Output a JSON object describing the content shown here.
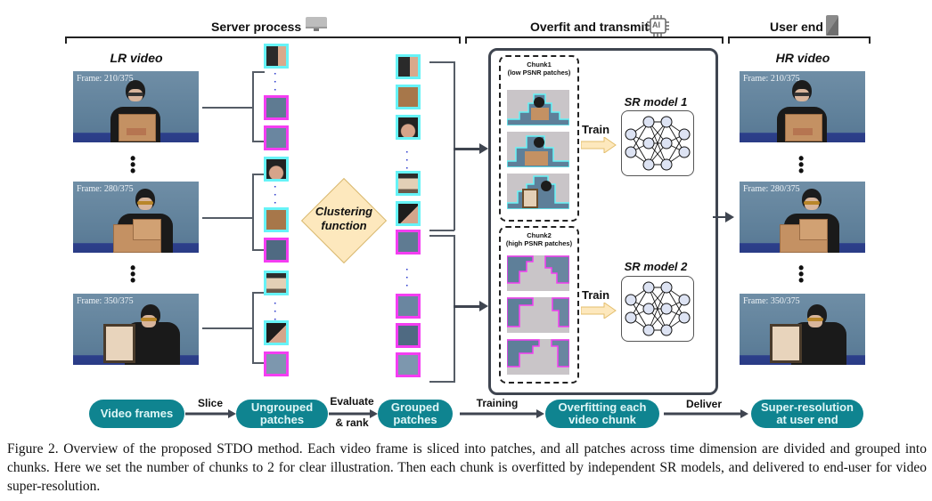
{
  "sections": {
    "server": {
      "title": "Server process",
      "icon": "monitor-icon"
    },
    "overfit": {
      "title": "Overfit and transmit",
      "icon": "ai-chip-icon",
      "chip_label": "AI"
    },
    "user": {
      "title": "User end",
      "icon": "phone-icon"
    }
  },
  "lr_video": {
    "title": "LR video",
    "frames": [
      {
        "label": "Frame: 210/375"
      },
      {
        "label": "Frame: 280/375"
      },
      {
        "label": "Frame: 350/375"
      }
    ]
  },
  "hr_video": {
    "title": "HR video",
    "frames": [
      {
        "label": "Frame: 210/375"
      },
      {
        "label": "Frame: 280/375"
      },
      {
        "label": "Frame: 350/375"
      }
    ]
  },
  "clustering": {
    "line1": "Clustering",
    "line2": "function"
  },
  "patch_colors": {
    "low_psnr": "#66f3f7",
    "high_psnr": "#f43df2"
  },
  "chunks": [
    {
      "title": "Chunk1",
      "subtitle": "(low PSNR patches)",
      "model": "SR model 1",
      "train_label": "Train"
    },
    {
      "title": "Chunk2",
      "subtitle": "(high PSNR patches)",
      "model": "SR model 2",
      "train_label": "Train"
    }
  ],
  "flow": {
    "nodes": [
      "Video frames",
      "Ungrouped patches",
      "Grouped patches",
      "Overfitting each video chunk",
      "Super-resolution at user end"
    ],
    "node_lines": [
      [
        "Video frames"
      ],
      [
        "Ungrouped",
        "patches"
      ],
      [
        "Grouped",
        "patches"
      ],
      [
        "Overfitting each",
        "video chunk"
      ],
      [
        "Super-resolution",
        "at user end"
      ]
    ],
    "edges": [
      {
        "top": "Slice",
        "bottom": ""
      },
      {
        "top": "Evaluate",
        "bottom": "& rank"
      },
      {
        "top": "Training",
        "bottom": ""
      },
      {
        "top": "Deliver",
        "bottom": ""
      }
    ],
    "color": "#0f8490"
  },
  "caption": "Figure 2. Overview of the proposed STDO method. Each video frame is sliced into patches, and all patches across time dimension are divided and grouped into chunks. Here we set the number of chunks to 2 for clear illustration. Then each chunk is overfitted by independent SR models, and delivered to end-user for video super-resolution."
}
